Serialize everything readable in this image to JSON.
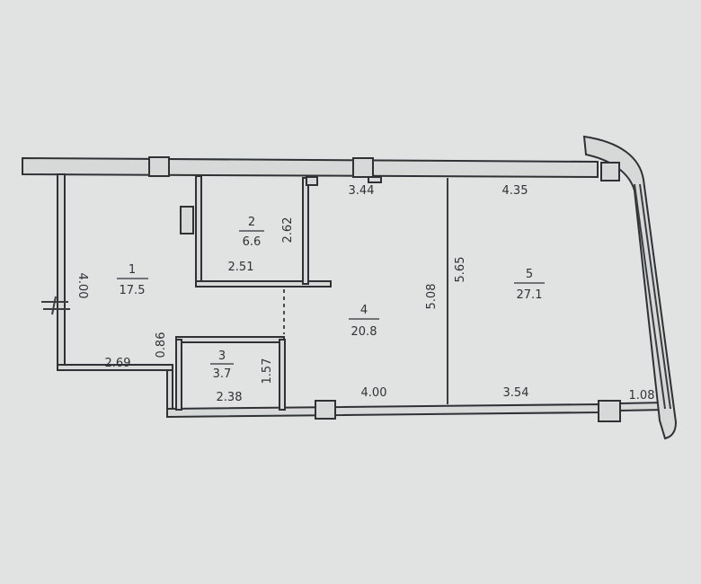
{
  "rooms": [
    {
      "number": "1",
      "area": "17.5"
    },
    {
      "number": "2",
      "area": "6.6"
    },
    {
      "number": "3",
      "area": "3.7"
    },
    {
      "number": "4",
      "area": "20.8"
    },
    {
      "number": "5",
      "area": "27.1"
    }
  ],
  "dimensions": {
    "room1_height": "4.00",
    "room1_width": "2.69",
    "room1_notch": "0.86",
    "room2_width": "2.51",
    "room2_height": "2.62",
    "room3_width": "2.38",
    "room3_height": "1.57",
    "room4_top": "3.44",
    "room4_height": "5.08",
    "room4_bottom": "4.00",
    "room5_top": "4.35",
    "room5_height": "5.65",
    "room5_bottom": "3.54",
    "balcony_width": "1.08"
  }
}
